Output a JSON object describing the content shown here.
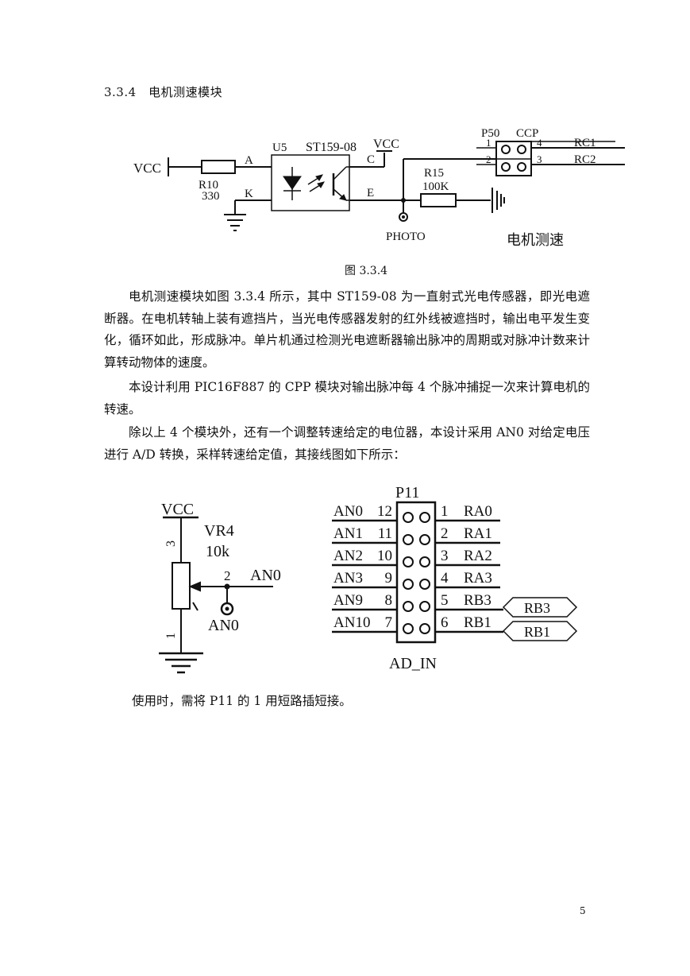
{
  "section_heading": "3.3.4　电机测速模块",
  "figure1": {
    "caption": "图 3.3.4",
    "vcc_left": "VCC",
    "r10_name": "R10",
    "r10_value": "330",
    "pin_a": "A",
    "pin_k": "K",
    "u5": "U5",
    "st": "ST159-08",
    "vcc_top": "VCC",
    "pin_c": "C",
    "pin_e": "E",
    "r15_name": "R15",
    "r15_value": "100K",
    "photo": "PHOTO",
    "p50": "P50",
    "ccp": "CCP",
    "p50_pin1": "1",
    "p50_pin2": "2",
    "p50_pin3": "3",
    "p50_pin4": "4",
    "rc1": "RC1",
    "rc2": "RC2",
    "title": "电机测速"
  },
  "paragraph1": "电机测速模块如图 3.3.4 所示，其中 ST159-08 为一直射式光电传感器，即光电遮断器。在电机转轴上装有遮挡片，当光电传感器发射的红外线被遮挡时，输出电平发生变化，循环如此，形成脉冲。单片机通过检测光电遮断器输出脉冲的周期或对脉冲计数来计算转动物体的速度。",
  "paragraph2": "本设计利用 PIC16F887 的 CPP 模块对输出脉冲每 4 个脉冲捕捉一次来计算电机的转速。",
  "paragraph3": "除以上 4 个模块外，还有一个调整转速给定的电位器，本设计采用 AN0 对给定电压进行 A/D 转换，采样转速给定值，其接线图如下所示：",
  "figure2": {
    "vcc": "VCC",
    "vr4": "VR4",
    "vr4_value": "10k",
    "pin3": "3",
    "pin2": "2",
    "pin1": "1",
    "an0_line": "AN0",
    "an0_port": "AN0",
    "p11": "P11",
    "left_labels": [
      "AN0",
      "AN1",
      "AN2",
      "AN3",
      "AN9",
      "AN10"
    ],
    "left_pins": [
      "12",
      "11",
      "10",
      "9",
      "8",
      "7"
    ],
    "right_pins": [
      "1",
      "2",
      "3",
      "4",
      "5",
      "6"
    ],
    "right_labels": [
      "RA0",
      "RA1",
      "RA2",
      "RA3",
      "RB3",
      "RB1"
    ],
    "port_rb3": "RB3",
    "port_rb1": "RB1",
    "ad_in": "AD_IN"
  },
  "note": "使用时，需将 P11 的 1 用短路插短接。",
  "page_number": "5"
}
